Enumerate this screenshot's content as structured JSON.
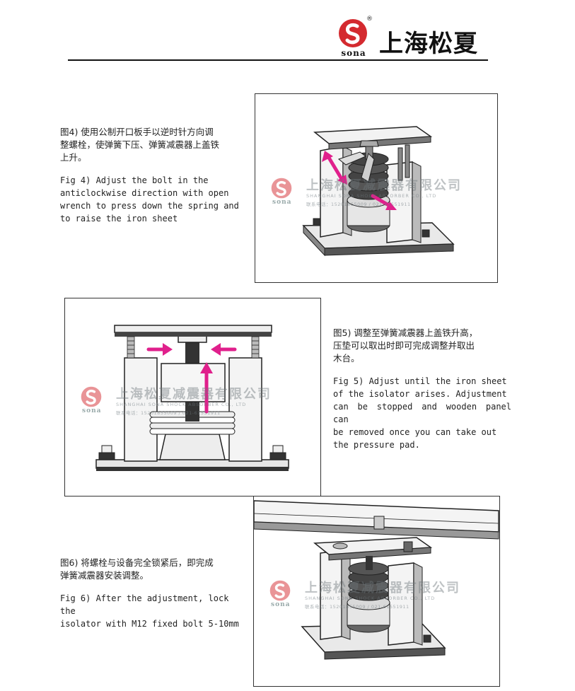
{
  "header": {
    "brand_name": "上海松夏",
    "logo_text": "sona",
    "registered_mark": "®"
  },
  "watermark": {
    "company_cn": "上海松夏减震器有限公司",
    "company_en": "SHANGHAI SONA SHOCK ABSORBER CO., LTD",
    "phone_line": "联系电话：15201855009 / 021-61551911",
    "logo_text": "sona"
  },
  "steps": [
    {
      "zh": "图4) 使用公制开口板手以逆时针方向调\n整螺栓，使弹簧下压、弹簧减震器上盖铁\n上升。",
      "en": "Fig 4) Adjust the bolt in the\nanticlockwise  direction with open\nwrench to press  down the spring and\nto raise the iron sheet"
    },
    {
      "zh": "图5) 调整至弹簧减震器上盖铁升高，\n压垫可以取出时即可完成调整并取出\n木台。",
      "en": "Fig 5) Adjust until the iron sheet\nof the  isolator arises. Adjustment\ncan be stopped  and wooden panel can\nbe removed once  you can take out\nthe pressure pad."
    },
    {
      "zh": "图6) 将螺栓与设备完全锁紧后，即完成\n弹簧减震器安装调整。",
      "en": "Fig 6) After the adjustment, lock the\nisolator  with M12 fixed bolt 5-10mm"
    }
  ],
  "colors": {
    "brand_red": "#d42a2f",
    "arrow_magenta": "#e0208c",
    "rule": "#111111"
  }
}
